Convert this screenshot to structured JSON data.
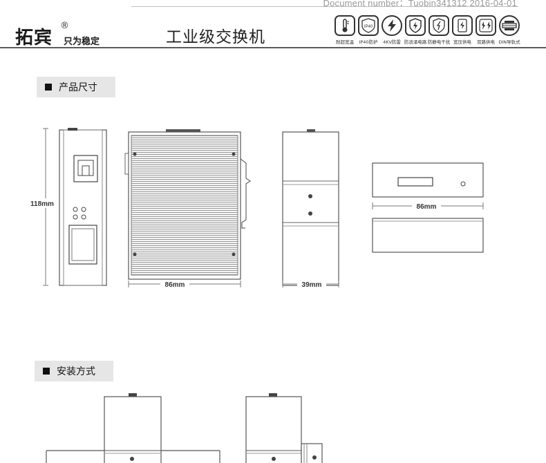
{
  "header": {
    "doc_number": "Document number：Tuobin341312 2016-04-01",
    "brand": "拓宾",
    "registered": "®",
    "slogan": "只为稳定",
    "product_title": "工业级交换机"
  },
  "features": [
    {
      "icon": "thermometer-icon",
      "label": "耐超宽温"
    },
    {
      "icon": "ip40-shield-icon",
      "label": "IP40防护",
      "badge": "IP40"
    },
    {
      "icon": "lightning-icon",
      "label": "4KV防雷"
    },
    {
      "icon": "surge-shield-icon",
      "label": "防浪涌电路"
    },
    {
      "icon": "static-shield-icon",
      "label": "防静电干扰"
    },
    {
      "icon": "wide-voltage-icon",
      "label": "宽压供电"
    },
    {
      "icon": "dual-power-icon",
      "label": "双路供电"
    },
    {
      "icon": "din-rail-icon",
      "label": "DIN导轨式"
    }
  ],
  "sections": {
    "dimensions_title": "产品尺寸",
    "installation_title": "安装方式"
  },
  "dimensions": {
    "height_label": "118mm",
    "depth_label": "86mm",
    "width_label": "39mm",
    "top_depth_label": "86mm"
  }
}
